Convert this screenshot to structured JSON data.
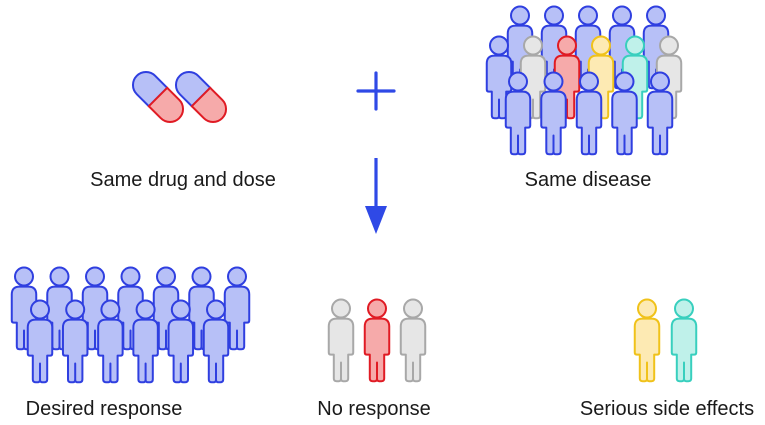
{
  "captions": {
    "drug": "Same drug and dose",
    "disease": "Same disease",
    "desired": "Desired response",
    "none": "No response",
    "side_effects": "Serious side effects"
  },
  "symbols": {
    "plus": "plus-icon",
    "arrow": "arrow-down-icon",
    "pill": "capsule-icon",
    "person": "person-icon"
  },
  "colors": {
    "blue_fill": "#b7c0f7",
    "blue_stroke": "#2f3fe0",
    "red_fill": "#f6aaaa",
    "red_stroke": "#e01b24",
    "gray_fill": "#e6e6e6",
    "gray_stroke": "#a8a8a8",
    "yellow_fill": "#fdeab3",
    "yellow_stroke": "#f0c21a",
    "teal_fill": "#bff1ea",
    "teal_stroke": "#38cfbe",
    "accent": "#2f49e6",
    "text": "#1a1a1a"
  },
  "groups": {
    "disease_population": {
      "top_row": [
        "blue",
        "blue",
        "blue",
        "blue",
        "blue"
      ],
      "middle_row": [
        "blue",
        "gray",
        "red",
        "yellow",
        "teal",
        "gray"
      ],
      "front_row": [
        "blue",
        "blue",
        "blue",
        "blue",
        "blue"
      ]
    },
    "desired_response": {
      "back_row": [
        "blue",
        "blue",
        "blue",
        "blue",
        "blue",
        "blue",
        "blue"
      ],
      "front_row": [
        "blue",
        "blue",
        "blue",
        "blue",
        "blue",
        "blue"
      ]
    },
    "no_response": [
      "gray",
      "red",
      "gray"
    ],
    "side_effects": [
      "yellow",
      "teal"
    ]
  }
}
